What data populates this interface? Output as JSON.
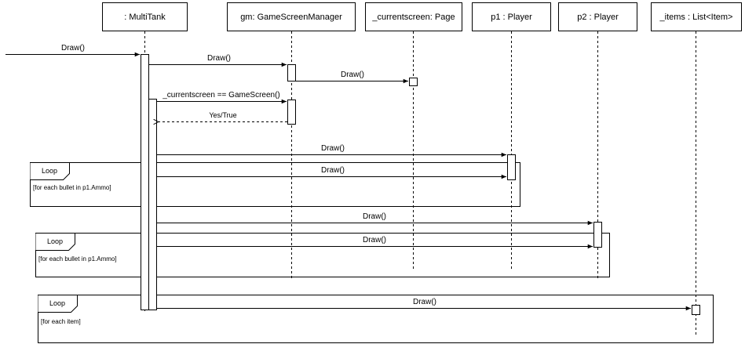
{
  "lifelines": [
    {
      "id": "multitank",
      "label": ": MultiTank"
    },
    {
      "id": "gm",
      "label": "gm: GameScreenManager"
    },
    {
      "id": "currentscreen",
      "label": "_currentscreen: Page"
    },
    {
      "id": "p1",
      "label": "p1 : Player"
    },
    {
      "id": "p2",
      "label": "p2 : Player"
    },
    {
      "id": "items",
      "label": "_items : List<Item>"
    }
  ],
  "messages": [
    {
      "id": "msg-entry-draw",
      "label": "Draw()",
      "type": "sync"
    },
    {
      "id": "msg-gm-draw",
      "label": "Draw()",
      "type": "sync"
    },
    {
      "id": "msg-page-draw",
      "label": "Draw()",
      "type": "sync"
    },
    {
      "id": "msg-gamescreen-check",
      "label": "_currentscreen == GameScreen()",
      "type": "sync"
    },
    {
      "id": "msg-yes-true",
      "label": "Yes/True",
      "type": "reply"
    },
    {
      "id": "msg-p1-draw",
      "label": "Draw()",
      "type": "sync"
    },
    {
      "id": "msg-p1-bullet-draw",
      "label": "Draw()",
      "type": "sync"
    },
    {
      "id": "msg-p2-draw",
      "label": "Draw()",
      "type": "sync"
    },
    {
      "id": "msg-p2-bullet-draw",
      "label": "Draw()",
      "type": "sync"
    },
    {
      "id": "msg-items-draw",
      "label": "Draw()",
      "type": "sync"
    }
  ],
  "frames": [
    {
      "id": "loop-p1",
      "label": "Loop",
      "guard": "[for each bullet in p1.Ammo]"
    },
    {
      "id": "loop-p2",
      "label": "Loop",
      "guard": "[for each bullet in p1.Ammo]"
    },
    {
      "id": "loop-items",
      "label": "Loop",
      "guard": "[for each item]"
    }
  ]
}
